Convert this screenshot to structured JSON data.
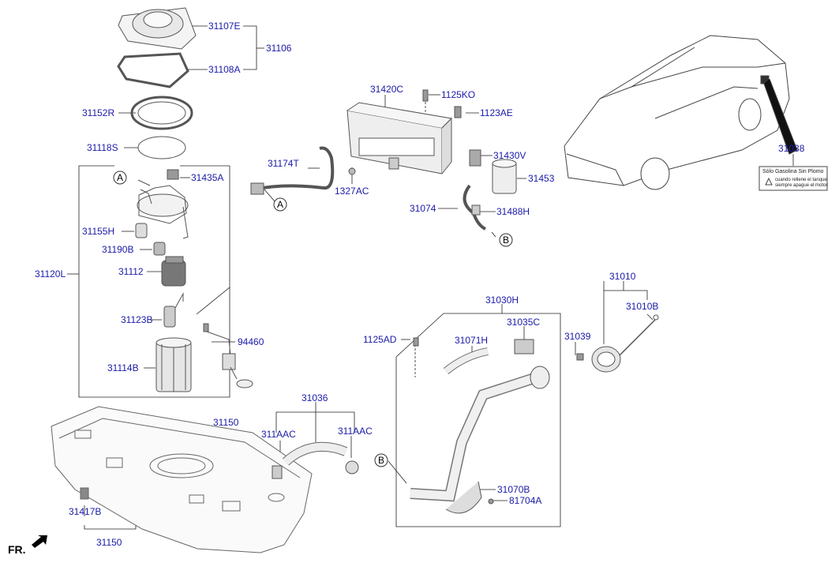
{
  "labels": {
    "31107E": "31107E",
    "31106": "31106",
    "31108A": "31108A",
    "31152R": "31152R",
    "31118S": "31118S",
    "31435A": "31435A",
    "31155H": "31155H",
    "31190B": "31190B",
    "31112": "31112",
    "31120L": "31120L",
    "31123B": "31123B",
    "31114B": "31114B",
    "94460": "94460",
    "31150_top": "31150",
    "31150_bottom": "31150",
    "31417B": "31417B",
    "31420C": "31420C",
    "1125KO": "1125KO",
    "1123AE": "1123AE",
    "31174T": "31174T",
    "1327AC": "1327AC",
    "31430V": "31430V",
    "31453": "31453",
    "31074": "31074",
    "31488H": "31488H",
    "31038": "31038",
    "31010": "31010",
    "31010B": "31010B",
    "31030H": "31030H",
    "31035C": "31035C",
    "1125AD": "1125AD",
    "31071H": "31071H",
    "31039": "31039",
    "31036": "31036",
    "311AAC_left": "311AAC",
    "311AAC_right": "311AAC",
    "31070B": "31070B",
    "81704A": "81704A"
  },
  "callouts": {
    "a1": "A",
    "a2": "A",
    "b1": "B",
    "b2": "B"
  },
  "sticker": {
    "title": "Sólo Gasolina Sin Plomo",
    "line1": "cuando rellene el tanque",
    "line2": "siempre apague el motor"
  },
  "footer": {
    "direction": "FR."
  },
  "colors": {
    "label": "#1a1aa8",
    "line": "#222222",
    "part": "#555555"
  }
}
